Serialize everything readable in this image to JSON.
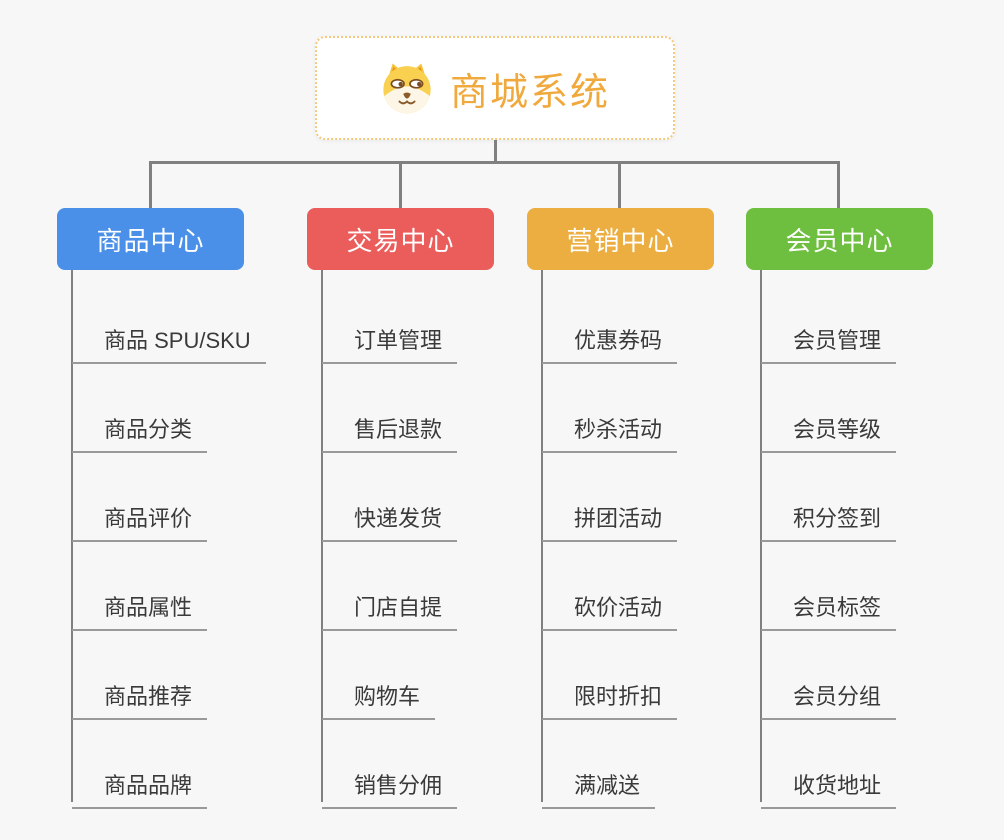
{
  "page": {
    "background_color": "#f7f7f7",
    "connector_color": "#808080",
    "underline_color": "#999999"
  },
  "root": {
    "title": "商城系统",
    "icon": "dog-face-icon",
    "title_color": "#f0a93c",
    "border_color": "#f5c87d"
  },
  "branches": [
    {
      "label": "商品中心",
      "color": "#4a90e8",
      "items": [
        "商品 SPU/SKU",
        "商品分类",
        "商品评价",
        "商品属性",
        "商品推荐",
        "商品品牌"
      ]
    },
    {
      "label": "交易中心",
      "color": "#ea5d5b",
      "items": [
        "订单管理",
        "售后退款",
        "快递发货",
        "门店自提",
        "购物车",
        "销售分佣"
      ]
    },
    {
      "label": "营销中心",
      "color": "#ecae40",
      "items": [
        "优惠券码",
        "秒杀活动",
        "拼团活动",
        "砍价活动",
        "限时折扣",
        "满减送"
      ]
    },
    {
      "label": "会员中心",
      "color": "#6ebe3f",
      "items": [
        "会员管理",
        "会员等级",
        "积分签到",
        "会员标签",
        "会员分组",
        "收货地址"
      ]
    }
  ]
}
